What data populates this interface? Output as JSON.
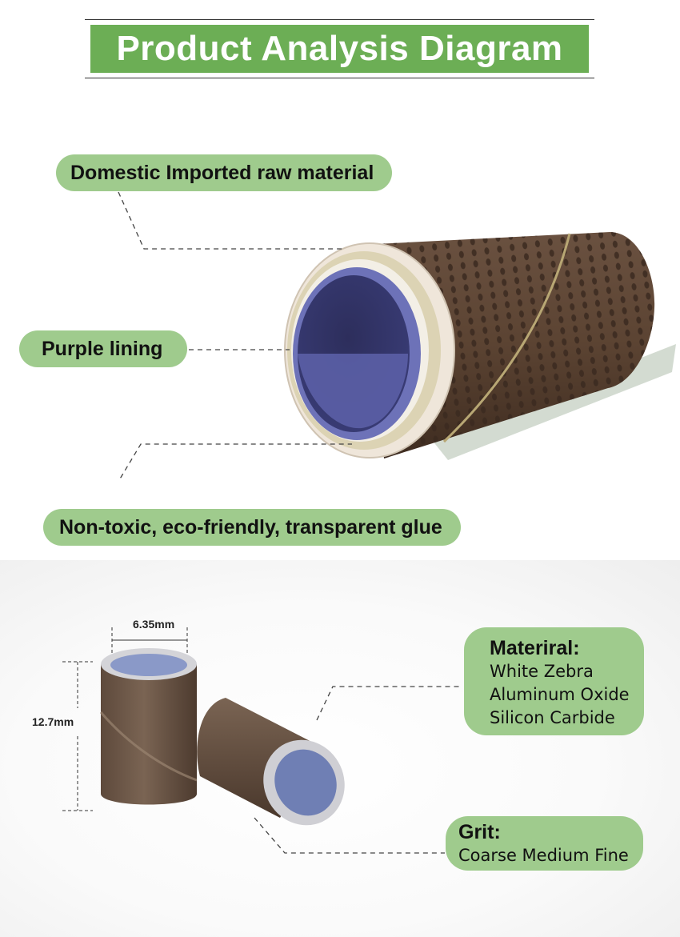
{
  "header": {
    "title": "Product Analysis Diagram"
  },
  "callouts": {
    "raw_material": "Domestic Imported raw material",
    "lining": "Purple lining",
    "glue": "Non-toxic, eco-friendly, transparent glue"
  },
  "dimensions": {
    "diameter": "6.35mm",
    "height": "12.7mm"
  },
  "material_box": {
    "heading": "Materiral:",
    "items": [
      "White Zebra",
      "Aluminum Oxide",
      "Silicon Carbide"
    ]
  },
  "grit_box": {
    "heading": "Grit:",
    "value": "Coarse Medium Fine"
  },
  "colors": {
    "banner": "#6cae55",
    "pill": "#9fcb8d",
    "sleeve": "#5a4334",
    "lining": "#6d72b8"
  }
}
